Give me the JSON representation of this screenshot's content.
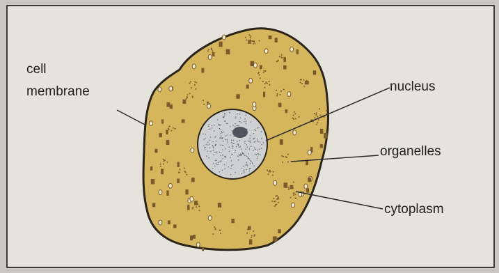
{
  "labels": {
    "cell_membrane_line1": "cell",
    "cell_membrane_line2": "membrane",
    "nucleus": "nucleus",
    "organelles": "organelles",
    "cytoplasm": "cytoplasm"
  },
  "colors": {
    "background": "#c9c7c3",
    "panel": "#e6e3dc",
    "frame": "#3a3a3a",
    "cytoplasm": "#d6b65c",
    "membrane": "#2b2418",
    "nucleus": "#cfd0d2",
    "nucleolus": "#3a3f4a",
    "granule": "#7a5a2a",
    "vesicle": "#f3ead1",
    "leader_line": "#2b2b2b"
  }
}
